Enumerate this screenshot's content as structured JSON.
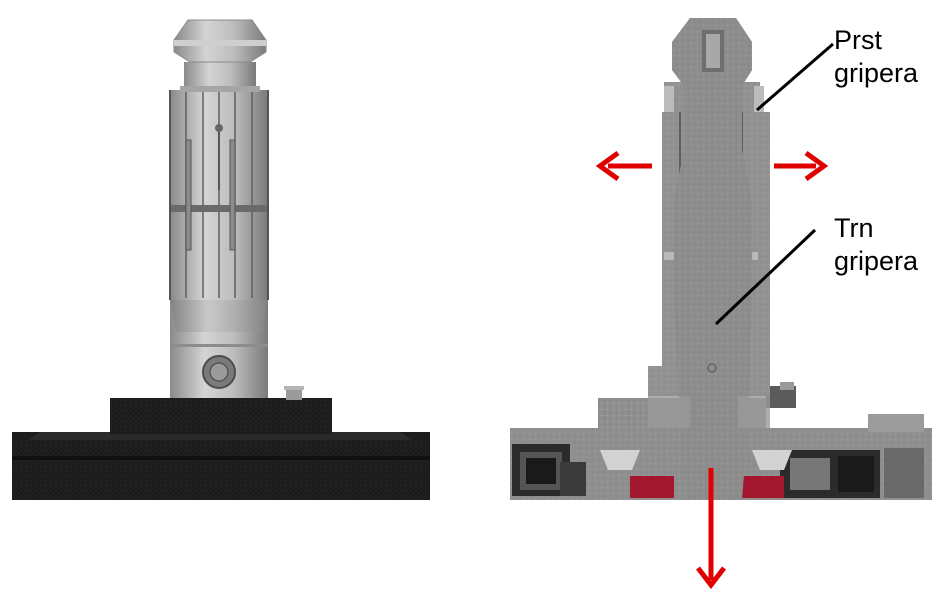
{
  "labels": {
    "finger": {
      "line1": "Prst",
      "line2": "gripera"
    },
    "mandrel": {
      "line1": "Trn",
      "line2": "gripera"
    }
  },
  "colors": {
    "arrow": "#e10000",
    "metal_light": "#c9c9c9",
    "metal_mid": "#a9a9a9",
    "metal_dark": "#6f6f6f",
    "section": "#8e8e8e",
    "base_black": "#1b1b1b",
    "seal": "#b01834"
  },
  "figures": [
    {
      "name": "gripper-external-view"
    },
    {
      "name": "gripper-cross-section-view"
    }
  ]
}
